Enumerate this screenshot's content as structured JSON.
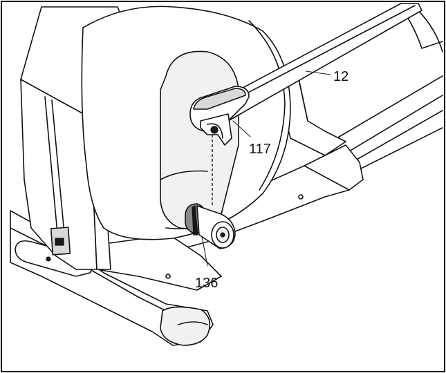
{
  "callouts": [
    {
      "id": "part-12",
      "label": "12"
    },
    {
      "id": "part-117",
      "label": "117"
    },
    {
      "id": "part-136",
      "label": "136"
    }
  ],
  "colors": {
    "line": "#111111",
    "background": "#ffffff",
    "frame": "#000000"
  }
}
